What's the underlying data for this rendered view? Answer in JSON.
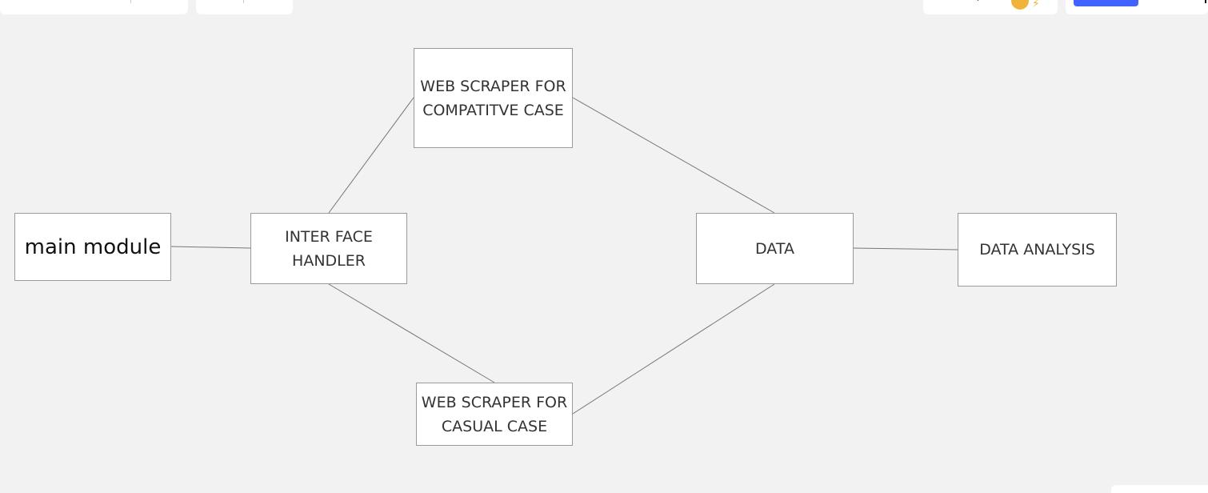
{
  "diagram": {
    "nodes": [
      {
        "id": "main",
        "label": "main module"
      },
      {
        "id": "iface",
        "label": "INTER FACE HANDLER"
      },
      {
        "id": "comp",
        "label": "WEB SCRAPER FOR COMPATITVE CASE"
      },
      {
        "id": "casual",
        "label": "WEB SCRAPER FOR CASUAL CASE"
      },
      {
        "id": "data",
        "label": "DATA"
      },
      {
        "id": "analysis",
        "label": "DATA ANALYSIS"
      }
    ],
    "edges": [
      {
        "from": "main",
        "to": "iface"
      },
      {
        "from": "iface",
        "to": "comp"
      },
      {
        "from": "iface",
        "to": "casual"
      },
      {
        "from": "comp",
        "to": "data"
      },
      {
        "from": "casual",
        "to": "data"
      },
      {
        "from": "data",
        "to": "analysis"
      }
    ]
  },
  "colors": {
    "canvas_background": "#f2f2f2",
    "node_fill": "#ffffff",
    "node_border": "#9a9a9a",
    "connector": "#777777",
    "accent": "#4262ff"
  },
  "icons": {
    "avatar": "avatar-icon",
    "bolt": "bolt-icon",
    "pen": "pen-icon"
  }
}
